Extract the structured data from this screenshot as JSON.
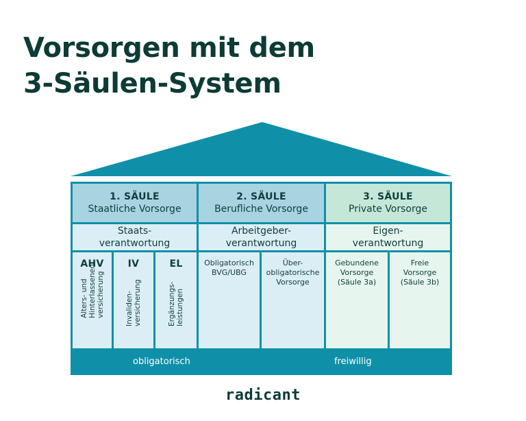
{
  "title": {
    "line1": "Vorsorgen mit dem",
    "line2": "3-Säulen-System"
  },
  "colors": {
    "roof": "#0f90a8",
    "frame": "#0f90a8",
    "header_blue": "#a8d3e1",
    "body_blue": "#dceef5",
    "header_green": "#c5e7d8",
    "body_green": "#e6f5ee",
    "title": "#0d3b36"
  },
  "pillars": [
    {
      "number": "1. SÄULE",
      "name": "Staatliche Vorsorge",
      "responsibility_1": "Staats-",
      "responsibility_2": "verantwortung"
    },
    {
      "number": "2. SÄULE",
      "name": "Berufliche Vorsorge",
      "responsibility_1": "Arbeitgeber-",
      "responsibility_2": "verantwortung"
    },
    {
      "number": "3. SÄULE",
      "name": "Private Vorsorge",
      "responsibility_1": "Eigen-",
      "responsibility_2": "verantwortung"
    }
  ],
  "first_pillar_parts": [
    {
      "abbr": "AHV",
      "line1": "Alters- und",
      "line2": "Hinterlassenen-",
      "line3": "versicherung"
    },
    {
      "abbr": "IV",
      "line1": "Invaliden-",
      "line2": "versicherung"
    },
    {
      "abbr": "EL",
      "line1": "Ergänzungs-",
      "line2": "leistungen"
    }
  ],
  "second_pillar_parts": [
    {
      "line1": "Obligatorisch",
      "line2": "BVG/UBG"
    },
    {
      "line1": "Über-",
      "line2": "obligatorische",
      "line3": "Vorsorge"
    }
  ],
  "third_pillar_parts": [
    {
      "line1": "Gebundene",
      "line2": "Vorsorge",
      "line3": "(Säule 3a)"
    },
    {
      "line1": "Freie",
      "line2": "Vorsorge",
      "line3": "(Säule 3b)"
    }
  ],
  "base": {
    "mandatory": "obligatorisch",
    "voluntary": "freiwillig"
  },
  "brand": {
    "logo": "radicant"
  }
}
